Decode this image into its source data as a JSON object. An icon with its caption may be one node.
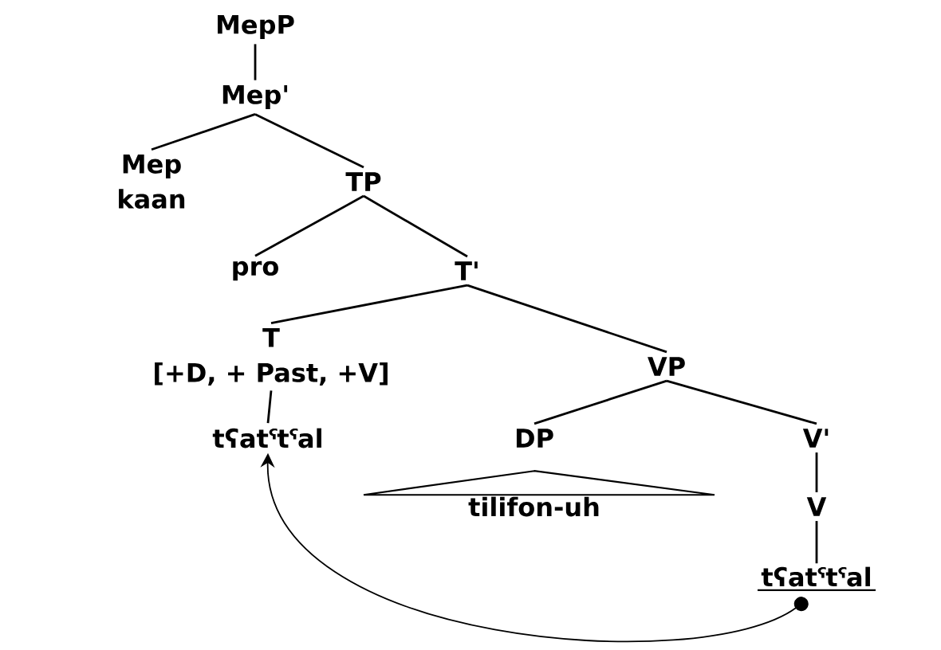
{
  "diagram": {
    "nodes": [
      {
        "text": [
          "MepP"
        ]
      },
      {
        "text": [
          "Mep'"
        ]
      },
      {
        "text": [
          "Mep",
          "kaan"
        ]
      },
      {
        "text": [
          "TP"
        ]
      },
      {
        "text": [
          "pro"
        ]
      },
      {
        "text": [
          "T'"
        ]
      },
      {
        "text": [
          "T",
          "[+D, + Past, +V]"
        ]
      },
      {
        "text": [
          "VP"
        ]
      },
      {
        "text": [
          "tʕatˤtˤal"
        ]
      },
      {
        "text": [
          "DP"
        ]
      },
      {
        "text": [
          "tilifon-uh"
        ]
      },
      {
        "text": [
          "V'"
        ]
      },
      {
        "text": [
          "V"
        ]
      },
      {
        "text": [
          "tʕatˤtˤal"
        ]
      }
    ],
    "edges": [
      {
        "from": 0,
        "to": 1,
        "arrow": "none"
      },
      {
        "from": 1,
        "to": 2,
        "arrow": "none"
      },
      {
        "from": 1,
        "to": 3,
        "arrow": "none"
      },
      {
        "from": 3,
        "to": 4,
        "arrow": "none"
      },
      {
        "from": 3,
        "to": 5,
        "arrow": "none"
      },
      {
        "from": 5,
        "to": 6,
        "arrow": "none"
      },
      {
        "from": 5,
        "to": 7,
        "arrow": "none"
      },
      {
        "from": 6,
        "to": 8,
        "arrow": "none"
      },
      {
        "from": 7,
        "to": 9,
        "arrow": "none"
      },
      {
        "from": 7,
        "to": 11,
        "arrow": "none"
      },
      {
        "from": 11,
        "to": 12,
        "arrow": "none"
      },
      {
        "from": 12,
        "to": 13,
        "arrow": "none"
      },
      {
        "from": 13,
        "to": 8,
        "arrow": "to"
      }
    ]
  }
}
